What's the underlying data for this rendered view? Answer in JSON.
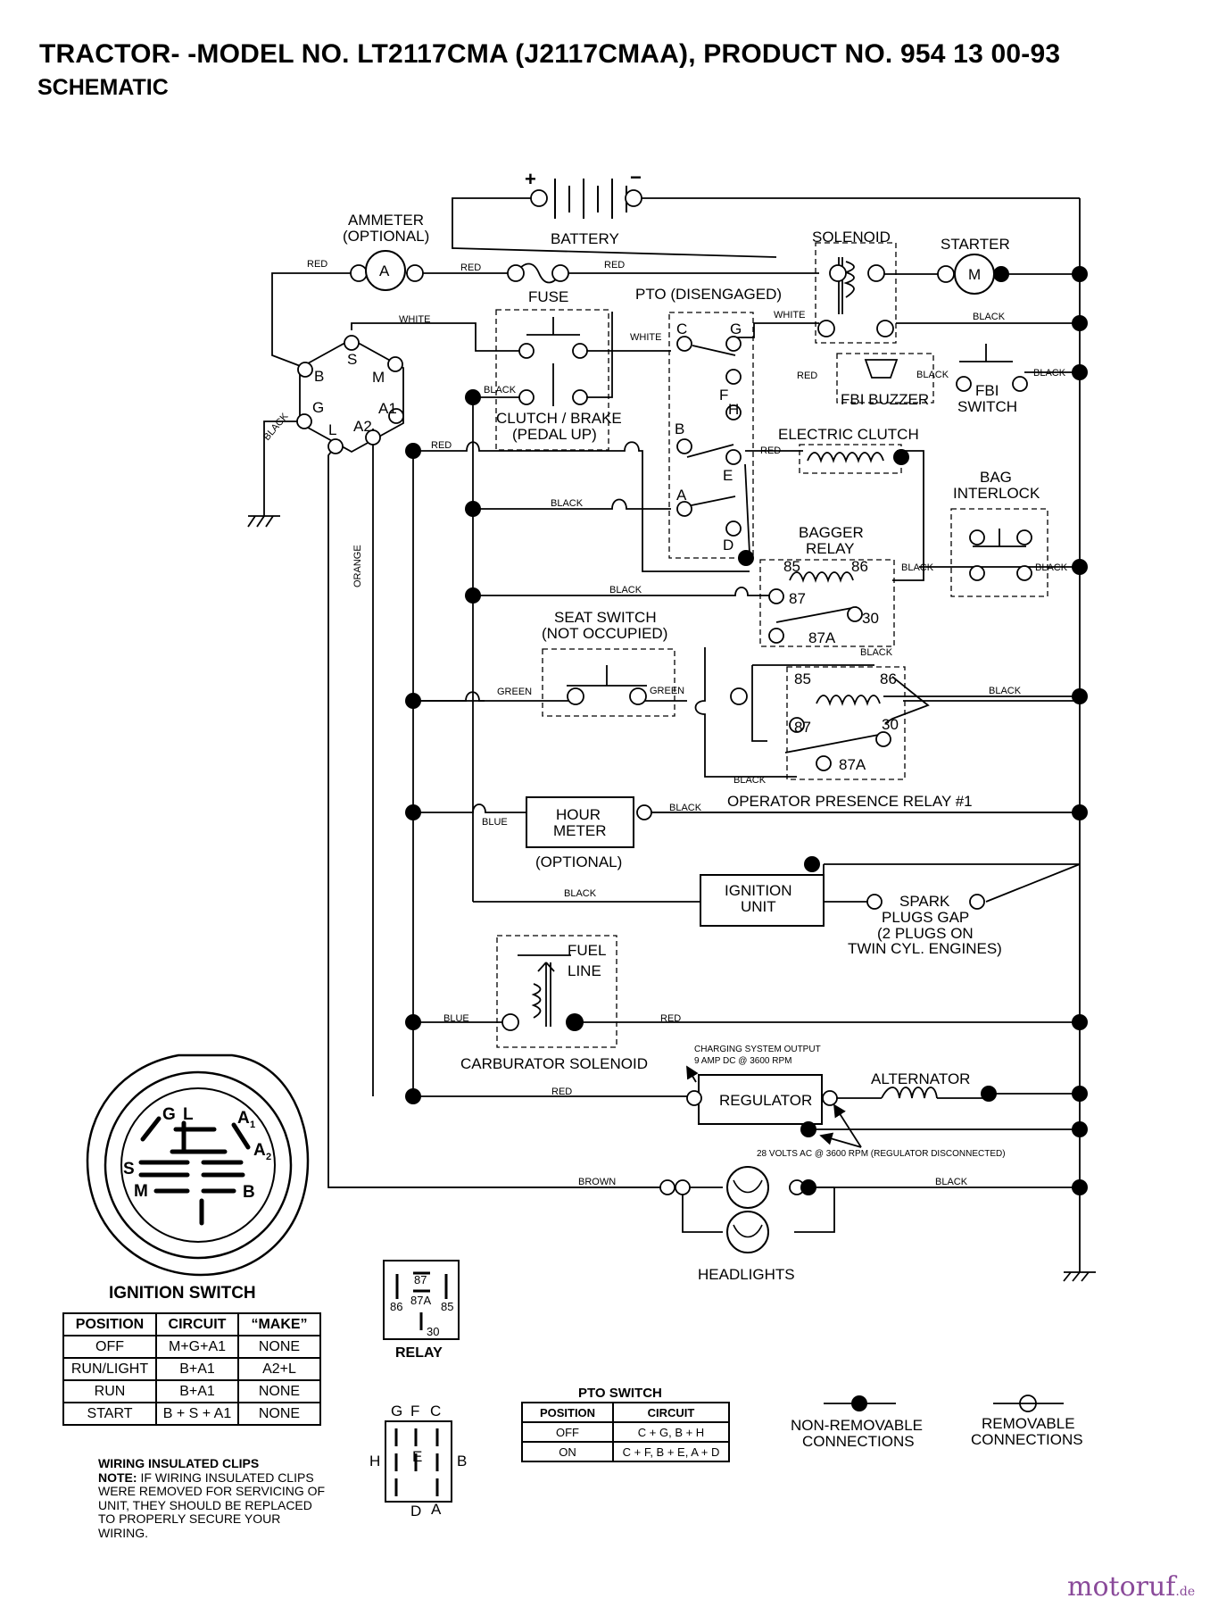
{
  "header": {
    "title": "TRACTOR- -MODEL NO. LT2117CMA (J2117CMAA), PRODUCT NO. 954 13 00-93",
    "subtitle": "SCHEMATIC"
  },
  "components": {
    "battery": "BATTERY",
    "battery_plus": "+",
    "battery_minus": "−",
    "ammeter_1": "AMMETER",
    "ammeter_2": "(OPTIONAL)",
    "ammeter_symbol": "A",
    "fuse": "FUSE",
    "solenoid": "SOLENOID",
    "starter": "STARTER",
    "starter_symbol": "M",
    "pto": "PTO (DISENGAGED)",
    "fbi_buzzer": "FBI BUZZER",
    "fbi_switch_1": "FBI",
    "fbi_switch_2": "SWITCH",
    "clutch_brake_1": "CLUTCH / BRAKE",
    "clutch_brake_2": "(PEDAL UP)",
    "electric_clutch": "ELECTRIC CLUTCH",
    "bag_interlock_1": "BAG",
    "bag_interlock_2": "INTERLOCK",
    "bagger_relay_1": "BAGGER",
    "bagger_relay_2": "RELAY",
    "seat_switch_1": "SEAT SWITCH",
    "seat_switch_2": "(NOT OCCUPIED)",
    "operator_relay": "OPERATOR PRESENCE RELAY #1",
    "hour_meter_1": "HOUR",
    "hour_meter_2": "METER",
    "hour_meter_3": "(OPTIONAL)",
    "ignition_unit_1": "IGNITION",
    "ignition_unit_2": "UNIT",
    "spark_1": "SPARK",
    "spark_2": "PLUGS GAP",
    "spark_3": "(2 PLUGS ON",
    "spark_4": "TWIN CYL. ENGINES)",
    "fuel_line_1": "FUEL",
    "fuel_line_2": "LINE",
    "carb_solenoid": "CARBURATOR SOLENOID",
    "charging_1": "CHARGING SYSTEM OUTPUT",
    "charging_2": "9 AMP DC @ 3600 RPM",
    "regulator": "REGULATOR",
    "alternator": "ALTERNATOR",
    "volts_note": "28 VOLTS AC @ 3600 RPM (REGULATOR DISCONNECTED)",
    "headlights": "HEADLIGHTS"
  },
  "terminals": {
    "ign_b": "B",
    "ign_s": "S",
    "ign_m": "M",
    "ign_g": "G",
    "ign_l": "L",
    "ign_a1": "A1",
    "ign_a2": "A2",
    "pto_c": "C",
    "pto_g": "G",
    "pto_f": "F",
    "pto_h": "H",
    "pto_b": "B",
    "pto_e": "E",
    "pto_a": "A",
    "pto_d": "D",
    "r85": "85",
    "r86": "86",
    "r87": "87",
    "r30": "30",
    "r87a": "87A"
  },
  "wires": {
    "red": "RED",
    "white": "WHITE",
    "black": "BLACK",
    "green": "GREEN",
    "blue": "BLUE",
    "orange": "ORANGE",
    "brown": "BROWN"
  },
  "ignition_switch": {
    "caption": "IGNITION SWITCH",
    "headers": [
      "POSITION",
      "CIRCUIT",
      "“MAKE”"
    ],
    "rows": [
      [
        "OFF",
        "M+G+A1",
        "NONE"
      ],
      [
        "RUN/LIGHT",
        "B+A1",
        "A2+L"
      ],
      [
        "RUN",
        "B+A1",
        "NONE"
      ],
      [
        "START",
        "B + S + A1",
        "NONE"
      ]
    ],
    "face_labels": {
      "g": "G",
      "l": "L",
      "a1": "A",
      "a1_sub": "1",
      "a2": "A",
      "a2_sub": "2",
      "s": "S",
      "m": "M",
      "b": "B"
    }
  },
  "relay_key": {
    "caption": "RELAY",
    "p87": "87",
    "p87a": "87A",
    "p86": "86",
    "p85": "85",
    "p30": "30"
  },
  "pto_key": {
    "letters": {
      "g": "G",
      "f": "F",
      "c": "C",
      "h": "H",
      "e": "E",
      "b": "B",
      "d": "D",
      "a": "A"
    }
  },
  "pto_switch_table": {
    "caption": "PTO SWITCH",
    "headers": [
      "POSITION",
      "CIRCUIT"
    ],
    "rows": [
      [
        "OFF",
        "C + G, B + H"
      ],
      [
        "ON",
        "C + F, B + E, A + D"
      ]
    ]
  },
  "legend": {
    "non_removable_1": "NON-REMOVABLE",
    "non_removable_2": "CONNECTIONS",
    "removable_1": "REMOVABLE",
    "removable_2": "CONNECTIONS"
  },
  "note": {
    "heading": "WIRING INSULATED CLIPS",
    "label": "NOTE:",
    "text": "IF WIRING INSULATED CLIPS WERE REMOVED FOR SERVICING OF UNIT, THEY SHOULD BE REPLACED TO PROPERLY SECURE YOUR WIRING."
  },
  "watermark": {
    "brand": "motoruf",
    "tld": ".de"
  }
}
